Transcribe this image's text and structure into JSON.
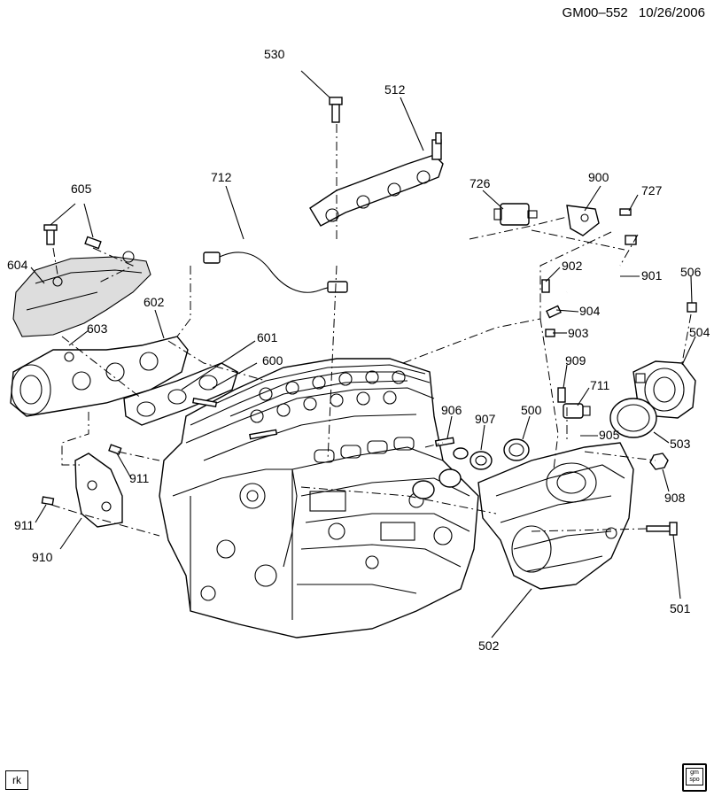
{
  "header": {
    "drawing_id": "GM00–552",
    "date": "10/26/2006"
  },
  "corner_tag": "rk",
  "logo": {
    "top": "gm",
    "bottom": "spo"
  },
  "callouts": {
    "c530": "530",
    "c512": "512",
    "c712": "712",
    "c605": "605",
    "c604": "604",
    "c602": "602",
    "c603": "603",
    "c601": "601",
    "c600": "600",
    "c726": "726",
    "c900": "900",
    "c727": "727",
    "c902": "902",
    "c901": "901",
    "c506": "506",
    "c904": "904",
    "c903": "903",
    "c504": "504",
    "c909": "909",
    "c711": "711",
    "c906": "906",
    "c907": "907",
    "c500": "500",
    "c905": "905",
    "c503": "503",
    "c911a": "911",
    "c911b": "911",
    "c908": "908",
    "c910": "910",
    "c501": "501",
    "c502": "502"
  }
}
